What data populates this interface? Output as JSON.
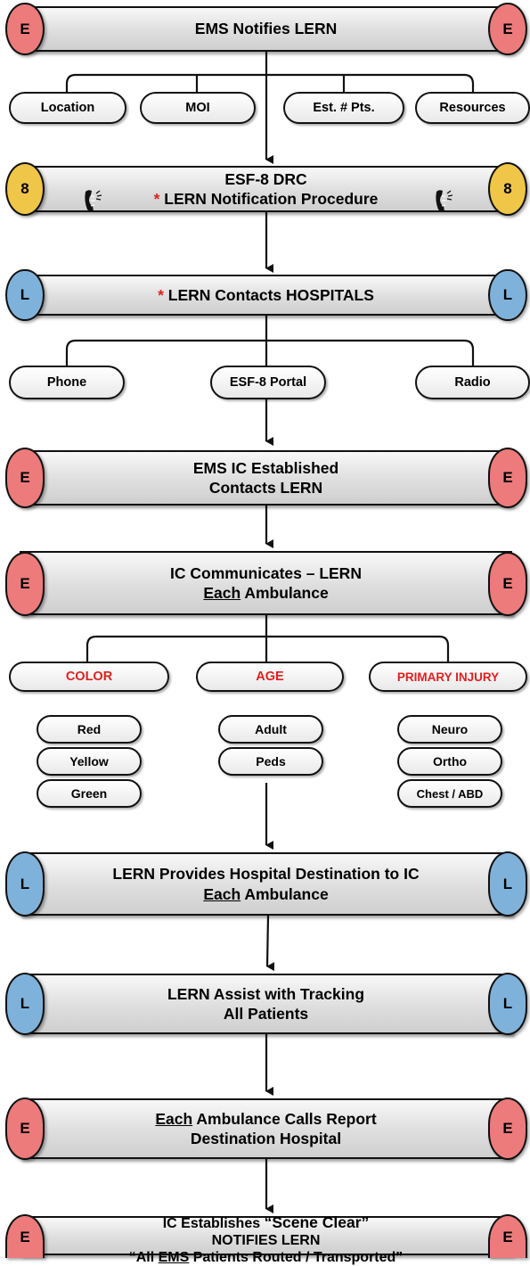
{
  "banners": {
    "ems_notifies": "EMS Notifies LERN",
    "esf8_line1": "ESF-8 DRC",
    "esf8_line2": "LERN Notification Procedure",
    "lern_contacts": "LERN Contacts HOSPITALS",
    "ems_ic_line1": "EMS IC Established",
    "ems_ic_line2": "Contacts LERN",
    "ic_comm_line1": "IC Communicates – LERN",
    "ic_comm_each": "Each",
    "ic_comm_rest": " Ambulance",
    "provides_line1": "LERN Provides Hospital Destination to IC",
    "provides_each": "Each",
    "provides_rest": " Ambulance",
    "tracking_line1": "LERN Assist with Tracking",
    "tracking_line2": "All Patients",
    "calls_each": "Each",
    "calls_rest": " Ambulance Calls Report",
    "calls_line2": "Destination Hospital",
    "clear_pre": "IC Establishes ",
    "clear_quote": "“Scene Clear”",
    "clear_line2": "NOTIFIES LERN",
    "clear_q1": "“All ",
    "clear_ems": "EMS",
    "clear_q2": " Patients Routed / Transported”"
  },
  "asterisk": "*",
  "caps": {
    "ems": "E",
    "lern": "L",
    "esf8": "8"
  },
  "cap_colors": {
    "ems": "#ed7b7b",
    "lern": "#7fb2db",
    "esf8": "#f0c649"
  },
  "notify_items": [
    "Location",
    "MOI",
    "Est. # Pts.",
    "Resources"
  ],
  "contact_methods": [
    "Phone",
    "ESF-8 Portal",
    "Radio"
  ],
  "categories": {
    "color": {
      "label": "COLOR",
      "items": [
        "Red",
        "Yellow",
        "Green"
      ]
    },
    "age": {
      "label": "AGE",
      "items": [
        "Adult",
        "Peds"
      ]
    },
    "injury": {
      "label": "PRIMARY INJURY",
      "items": [
        "Neuro",
        "Ortho",
        "Chest / ABD"
      ]
    }
  },
  "category_label_color": "#e01f1f",
  "icons": [
    "phone-receiver-icon"
  ]
}
